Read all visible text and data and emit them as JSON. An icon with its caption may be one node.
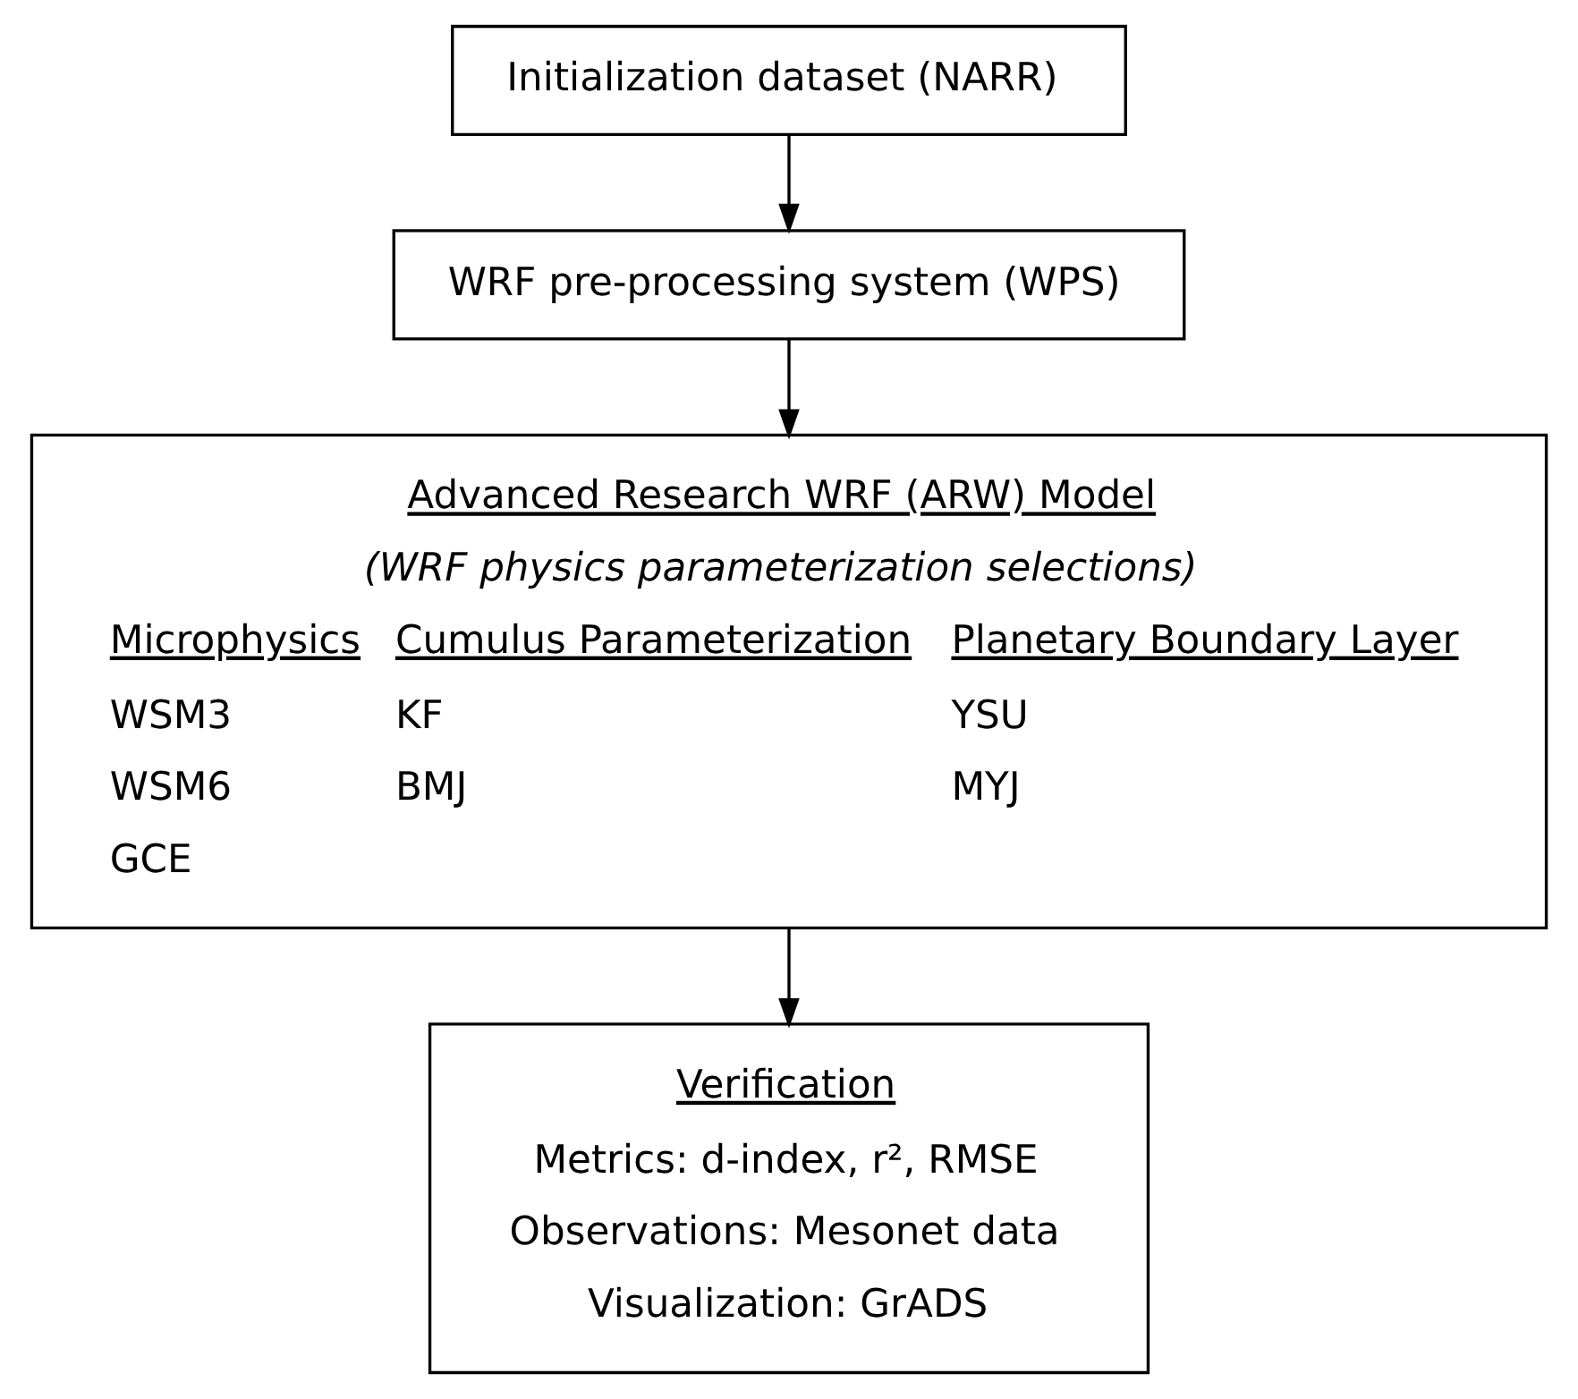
{
  "diagram": {
    "nodes": [
      {
        "text": [
          "Initialization dataset (NARR)"
        ]
      },
      {
        "text": [
          "WRF pre-processing system (WPS)"
        ]
      },
      {
        "text": [
          "Advanced Research WRF (ARW) Model",
          "(WRF physics parameterization selections)",
          "Microphysics",
          "Cumulus Parameterization",
          "Planetary Boundary Layer",
          "WSM3",
          "KF",
          "YSU",
          "WSM6",
          "BMJ",
          "MYJ",
          "GCE"
        ]
      },
      {
        "text": [
          "Verification",
          "Metrics: d-index, r², RMSE",
          "Observations: Mesonet data",
          "Visualization: GrADS"
        ]
      }
    ],
    "edges": [
      {
        "from": 0,
        "to": 1,
        "arrow": "to"
      },
      {
        "from": 1,
        "to": 2,
        "arrow": "to"
      },
      {
        "from": 2,
        "to": 3,
        "arrow": "to"
      }
    ]
  }
}
